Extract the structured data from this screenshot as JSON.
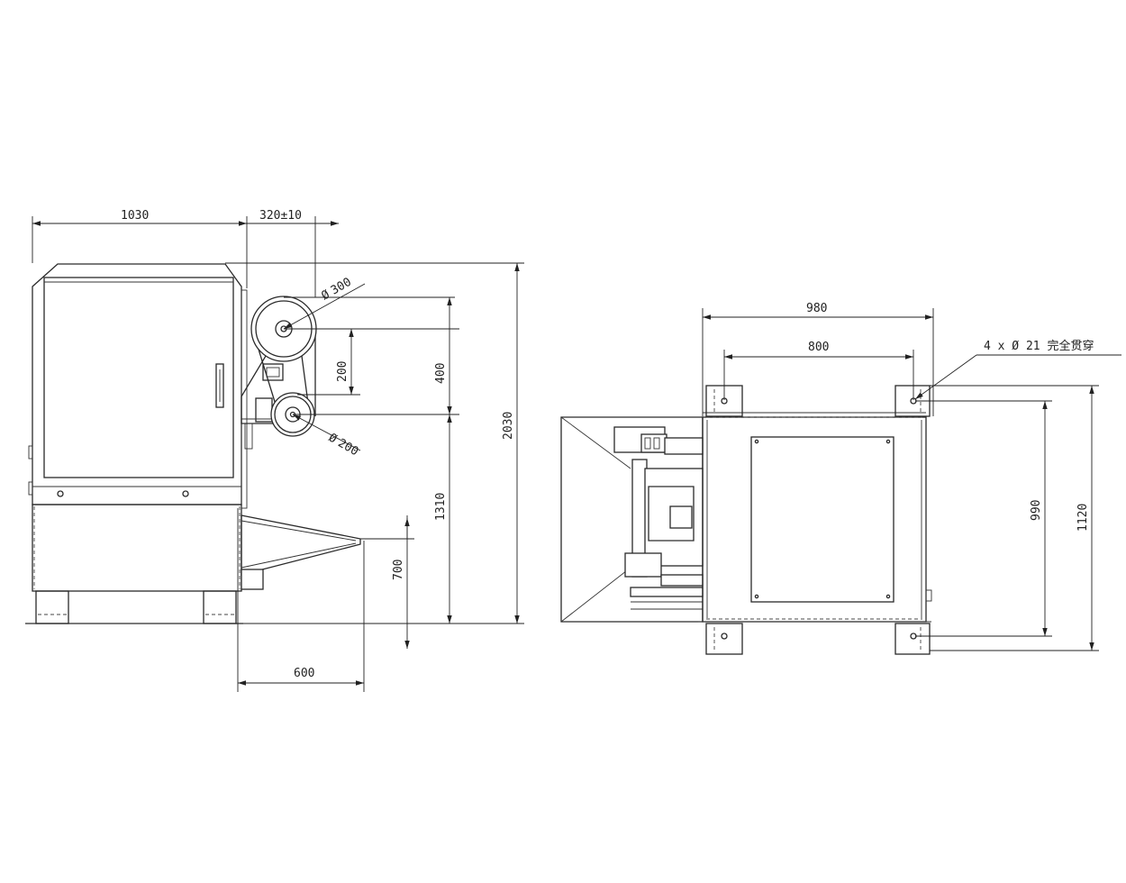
{
  "side_view": {
    "overall_width": "1030",
    "roller_offset": "320±10",
    "large_roller_dia": "300",
    "small_roller_dia": "200",
    "roller_spacing": "200",
    "roller_span": "400",
    "total_height": "2030",
    "working_height": "1310",
    "hopper_height": "700",
    "hopper_length": "600",
    "diameter_symbol": "Ø"
  },
  "top_view": {
    "overall_width": "980",
    "hole_spacing_x": "800",
    "hole_spacing_y": "990",
    "overall_depth": "1120",
    "mount_note": "4 x  Ø  21 完全贯穿"
  }
}
